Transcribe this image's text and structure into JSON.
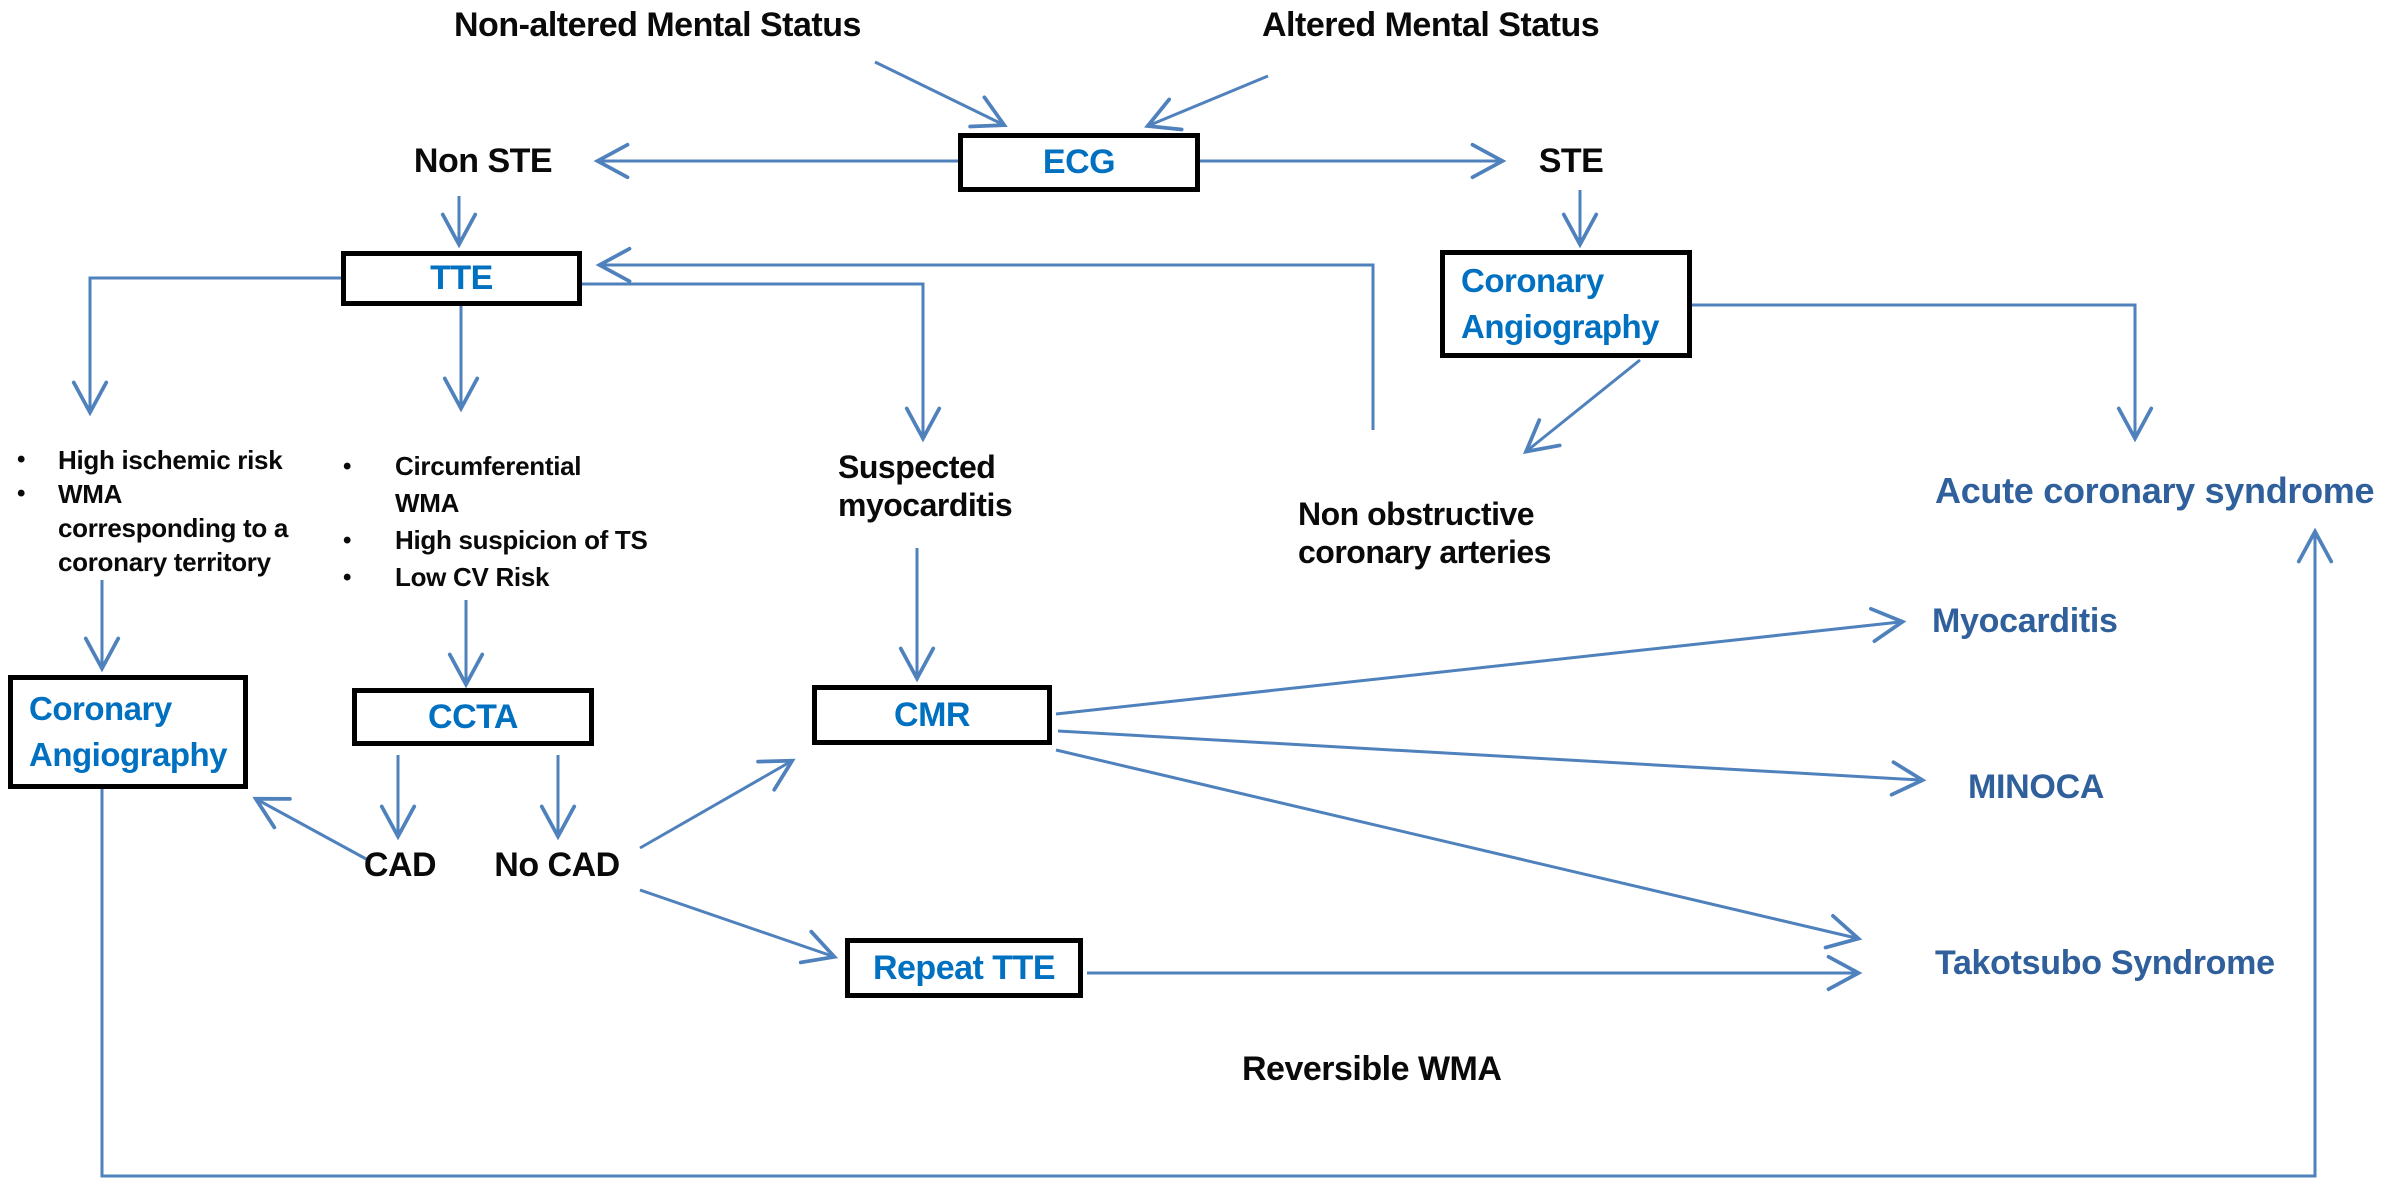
{
  "glyphs": {
    "bullet": "•"
  },
  "colors": {
    "arrow": "#4F81BD",
    "box_label": "#0070C0",
    "outcome_text": "#30609C",
    "black_text": "#0a0a0a",
    "box_border": "#000000"
  },
  "top": {
    "non_altered": "Non-altered Mental Status",
    "altered": "Altered Mental Status"
  },
  "ecg_branches": {
    "non_ste": "Non STE",
    "ste": "STE"
  },
  "boxes": {
    "ecg": "ECG",
    "tte": "TTE",
    "ccta": "CCTA",
    "cmr": "CMR",
    "repeat_tte": "Repeat TTE",
    "coronary_angiography_left": {
      "line1": "Coronary",
      "line2": "Angiography"
    },
    "coronary_angiography_right": {
      "line1": "Coronary",
      "line2": "Angiography"
    }
  },
  "criteria_left": {
    "items": [
      {
        "bullet": true,
        "text": "High ischemic risk"
      },
      {
        "bullet": true,
        "text": "WMA"
      },
      {
        "bullet": false,
        "text": "corresponding to a"
      },
      {
        "bullet": false,
        "text": "coronary territory"
      }
    ]
  },
  "criteria_middle": {
    "items": [
      {
        "bullet": true,
        "text": "Circumferential"
      },
      {
        "bullet": false,
        "text": "WMA"
      },
      {
        "bullet": true,
        "text": "High suspicion of TS"
      },
      {
        "bullet": true,
        "text": "Low CV Risk"
      }
    ]
  },
  "intermediate": {
    "suspected_myocarditis": {
      "line1": "Suspected",
      "line2": "myocarditis"
    },
    "non_obstructive": {
      "line1": "Non obstructive",
      "line2": "coronary arteries"
    },
    "cad": "CAD",
    "no_cad": "No CAD",
    "reversible_wma": "Reversible WMA"
  },
  "outcomes": {
    "acute_coronary_syndrome": "Acute coronary syndrome",
    "myocarditis": "Myocarditis",
    "minoca": "MINOCA",
    "takotsubo": "Takotsubo Syndrome"
  }
}
